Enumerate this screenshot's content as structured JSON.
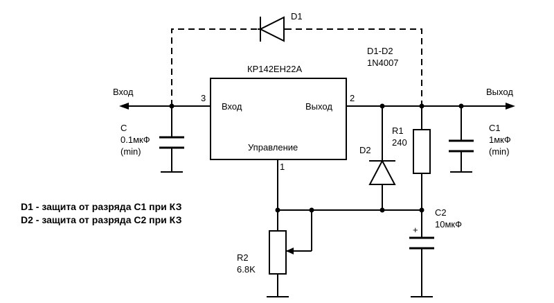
{
  "chip": {
    "name": "КР142ЕН22А",
    "pin_in_label": "Вход",
    "pin_out_label": "Выход",
    "pin_adj_label": "Управление",
    "pin_in_number": "3",
    "pin_out_number": "2",
    "pin_adj_number": "1"
  },
  "terminals": {
    "input": "Вход",
    "output": "Выход"
  },
  "components": {
    "c_in": {
      "name": "C",
      "value": "0.1мкФ",
      "note": "(min)"
    },
    "c1": {
      "name": "C1",
      "value": "1мкФ",
      "note": "(min)"
    },
    "c2": {
      "name": "C2",
      "value": "10мкФ",
      "polarity": "+"
    },
    "r1": {
      "name": "R1",
      "value": "240"
    },
    "r2": {
      "name": "R2",
      "value": "6.8K"
    },
    "d1": {
      "name": "D1"
    },
    "d2": {
      "name": "D2"
    },
    "diodes": {
      "names": "D1-D2",
      "type": "1N4007"
    }
  },
  "notes": [
    "D1 - защита от разряда С1 при КЗ",
    "D2 - защита от разряда С2 при КЗ"
  ]
}
